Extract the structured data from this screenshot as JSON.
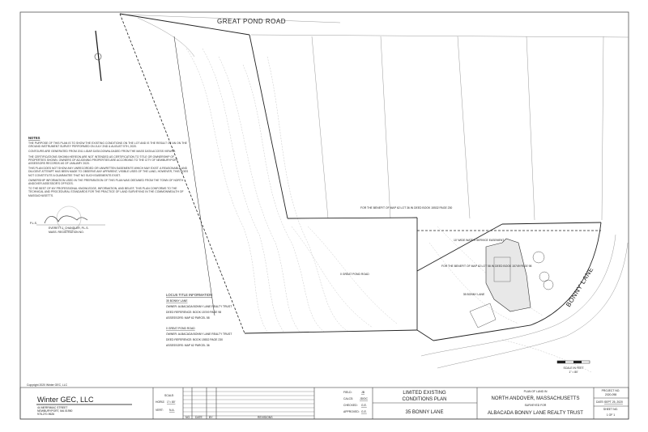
{
  "map": {
    "road_top": "GREAT POND ROAD",
    "road_right": "BONNY LANE",
    "scale_label": "SCALE IN FEET",
    "scale_ratio": "1\" = 80'",
    "lot_labels": [
      "35 BONNY LANE",
      "0 GREAT POND ROAD"
    ],
    "easement_label": "10' WIDE WATER SERVICE EASEMENT",
    "benefit_notes": [
      "FOR THE BENEFIT OF MAP 62 LOT 36 IN DEED BOOK 15532 PAGE 230",
      "FOR THE BENEFIT OF MAP 62 LOT 58 IN DEED BOOK 15749 PAGE 98"
    ]
  },
  "notes": {
    "heading": "NOTES",
    "items": [
      "THE PURPOSE OF THIS PLAN IS TO SHOW THE EXISTING CONDITIONS ON THE LOT AND IS THE RESULT OF AN ON THE GROUND INSTRUMENT SURVEY PERFORMED ON JULY 2ND & AUGUST 5TH, 2020.",
      "CONTOURS ARE GENERATED FROM 2011 LIDAR DATA DOWNLOADED FROM THE MASS DATA ACCESS VIEWER.",
      "THE CERTIFICATIONS SHOWN HEREON ARE NOT INTENDED AS CERTIFICATION TO TITLE OR OWNERSHIP OF PROPERTIES SHOWN. OWNERS OF ADJOINING PROPERTIES ARE ACCORDING TO THE CITY OF NEWBURYPORT ASSESSORS RECORDS AS OF JANUARY 2020.",
      "THIS PLAN DOES NOT SHOW ANY UNRECORDED OR UNWRITTEN EASEMENTS WHICH MAY EXIST. A REASONABLE AND DILIGENT ATTEMPT HAS BEEN MADE TO OBSERVE ANY APPARENT, VISIBLE USES OF THE LAND, HOWEVER, THIS DOES NOT CONSTITUTE A GUARANTEE THAT NO SUCH EASEMENTS EXIST.",
      "OWNERSHIP INFORMATION USED IN THE PREPARATION OF THIS PLAN WAS OBTAINED FROM THE TOWN OF NORTH ANDOVER ASSESSOR'S OFFICES.",
      "TO THE BEST OF MY PROFESSIONAL KNOWLEDGE, INFORMATION, AND BELIEF, THIS PLAN CONFORMS TO THE TECHNICAL AND PROCEDURAL STANDARDS FOR THE PRACTICE OF LAND SURVEYING IN THE COMMONWEALTH OF MASSACHUSETTS."
    ],
    "signature_prefix": "P.L.S.",
    "surveyor_name": "EVERETT J. CHANDLER, P.L.S.",
    "registration": "MASS. REGISTRATION NO."
  },
  "locus": {
    "heading": "LOCUS TITLE INFORMATION",
    "parcels": [
      {
        "name": "35 BONNY LANE",
        "owner": "OWNER: ALBACADA BONNY LANE REALTY TRUST",
        "deed": "DEED REFERENCE: BOOK 15749 PAGE 98",
        "assessors": "ASSESSORS: MAP 62 PARCEL 58"
      },
      {
        "name": "0 GREAT POND ROAD",
        "owner": "OWNER: ALBACADA BONNY LANE REALTY TRUST",
        "deed": "DEED REFERENCE: BOOK 15532 PAGE 230",
        "assessors": "ASSESSORS: MAP 62 PARCEL 36"
      }
    ]
  },
  "copyright": "Copyright 2020 Winter GEC, LLC",
  "title_block": {
    "company": "Winter GEC, LLC",
    "address1": "44 MERRIMAC STREET",
    "address2": "NEWBURYPORT, MA 01950",
    "phone": "978-270-9626",
    "scale_heading": "SCALE:",
    "horiz_label": "HORIZ:",
    "horiz_value": "1\"= 80'",
    "vert_label": "VERT:",
    "vert_value": "N.A.",
    "rev_headers": [
      "NO.",
      "DATE",
      "BY",
      "REVISIONS"
    ],
    "field_label": "FIELD:",
    "field_value": "JB",
    "calcs_label": "CALCS:",
    "calcs_value": "JD/DC",
    "checked_label": "CHECKED:",
    "checked_value": "G.E.",
    "approved_label": "APPROVED:",
    "approved_value": "G.E.",
    "title_line1": "LIMITED EXISTING",
    "title_line2": "CONDITIONS PLAN",
    "address_title": "35 BONNY LANE",
    "plan_of_land": "PLAN OF LAND IN",
    "town": "NORTH ANDOVER, MASSACHUSETTS",
    "surveyed_for": "SURVEYED FOR",
    "client": "ALBACADA BONNY LANE REALTY TRUST",
    "project_label": "PROJECT NO.",
    "project_value": "2020-098",
    "date_label": "DATE:",
    "date_value": "SEPT 25, 2020",
    "sheet_label": "SHEET NO.",
    "sheet_value": "1 OF 1"
  }
}
